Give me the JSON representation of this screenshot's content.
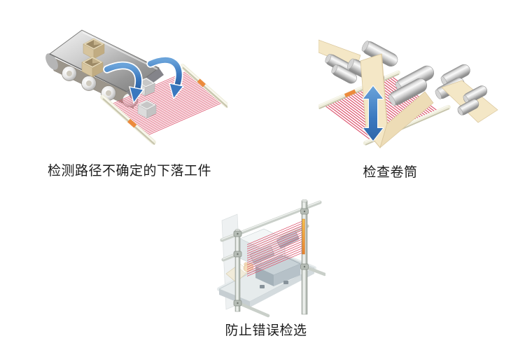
{
  "page": {
    "background_color": "#ffffff",
    "language": "zh-CN"
  },
  "figures": [
    {
      "id": "falling-workpiece-detection",
      "caption": "检测路径不确定的下落工件",
      "illustration": "conveyor-falling-parts-over-horizontal-light-curtain"
    },
    {
      "id": "roll-inspection",
      "caption": "检查卷筒",
      "illustration": "web-rollers-with-vertical-slack-over-horizontal-light-curtain"
    },
    {
      "id": "mispick-prevention",
      "caption": "防止错误检选",
      "illustration": "frame-with-hand-reaching-through-vertical-light-curtain"
    }
  ],
  "colors": {
    "beam_red": "#dd5670",
    "bar_cream": "#efeedd",
    "accent_orange": "#ec8a3c",
    "arrow_blue": "#3a78bf",
    "web_beige": "#f4e7c6",
    "metal_gray": "#c9c9c9",
    "caption_text": "#1c1c1c"
  }
}
